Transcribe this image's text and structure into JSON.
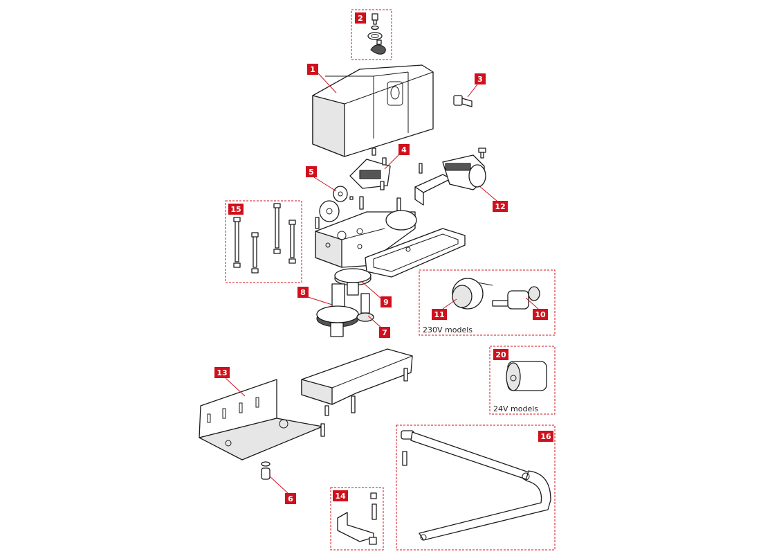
{
  "colors": {
    "accent": "#d0101c",
    "line": "#1a1a1a",
    "background": "#ffffff"
  },
  "callouts": {
    "c1": "1",
    "c2": "2",
    "c3": "3",
    "c4": "4",
    "c5": "5",
    "c6": "6",
    "c7": "7",
    "c8": "8",
    "c9": "9",
    "c10": "10",
    "c11": "11",
    "c12": "12",
    "c13": "13",
    "c14": "14",
    "c15": "15",
    "c16": "16",
    "c20": "20"
  },
  "group_captions": {
    "motor_230v": "230V models",
    "motor_24v": "24V models"
  }
}
